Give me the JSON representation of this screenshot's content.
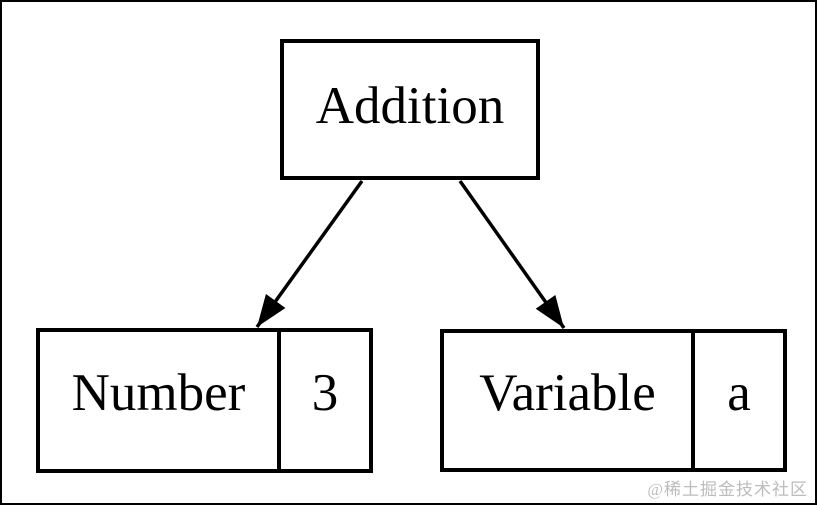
{
  "diagram": {
    "root": {
      "label": "Addition"
    },
    "children": [
      {
        "type": "Number",
        "value": "3"
      },
      {
        "type": "Variable",
        "value": "a"
      }
    ]
  },
  "watermark": {
    "text": "@稀土掘金技术社区"
  },
  "colors": {
    "stroke": "#000000",
    "background": "#ffffff",
    "watermark_text": "#bcbcbc"
  }
}
